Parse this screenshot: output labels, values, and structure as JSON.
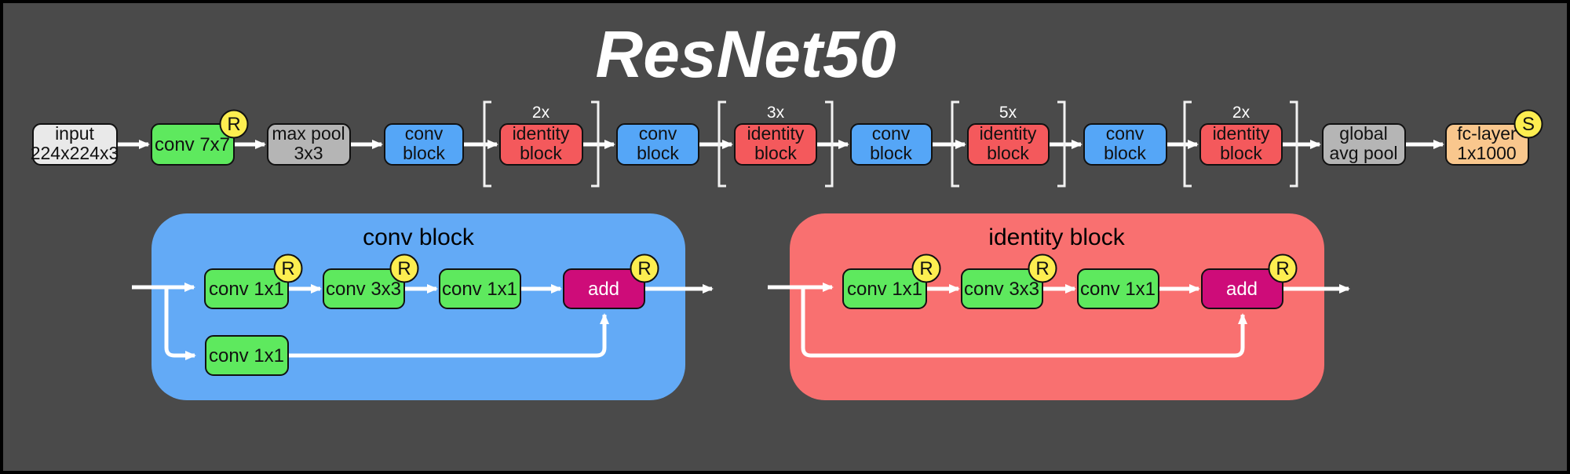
{
  "title": "ResNet50",
  "colors": {
    "background": "#4a4a4a",
    "border": "#000000",
    "conv_green": "#5ee95e",
    "block_blue": "#55a6f7",
    "conv_block_container_blue": "#63aaf6",
    "identity_red": "#f4595c",
    "identity_container_red": "#f97070",
    "add_magenta": "#ce0c79",
    "badge_yellow": "#fdee50",
    "pool_gray": "#b5b5b5",
    "input_gray": "#e9e9e9",
    "fc_orange": "#f9c78d",
    "arrow_white": "#ffffff"
  },
  "pipeline": {
    "nodes": [
      {
        "label_line1": "input",
        "label_line2": "224x224x3"
      },
      {
        "label": "conv 7x7",
        "badge": "R"
      },
      {
        "label_line1": "max pool",
        "label_line2": "3x3"
      },
      {
        "label_line1": "conv",
        "label_line2": "block"
      },
      {
        "label_line1": "identity",
        "label_line2": "block",
        "repeat": "2x"
      },
      {
        "label_line1": "conv",
        "label_line2": "block"
      },
      {
        "label_line1": "identity",
        "label_line2": "block",
        "repeat": "3x"
      },
      {
        "label_line1": "conv",
        "label_line2": "block"
      },
      {
        "label_line1": "identity",
        "label_line2": "block",
        "repeat": "5x"
      },
      {
        "label_line1": "conv",
        "label_line2": "block"
      },
      {
        "label_line1": "identity",
        "label_line2": "block",
        "repeat": "2x"
      },
      {
        "label_line1": "global",
        "label_line2": "avg pool"
      },
      {
        "label_line1": "fc-layer",
        "label_line2": "1x1000",
        "badge": "S"
      }
    ]
  },
  "conv_block_detail": {
    "title": "conv block",
    "main_path": [
      {
        "label": "conv 1x1",
        "badge": "R"
      },
      {
        "label": "conv 3x3",
        "badge": "R"
      },
      {
        "label": "conv 1x1"
      },
      {
        "label": "add",
        "badge": "R"
      }
    ],
    "shortcut_path": [
      {
        "label": "conv 1x1"
      }
    ]
  },
  "identity_block_detail": {
    "title": "identity block",
    "main_path": [
      {
        "label": "conv 1x1",
        "badge": "R"
      },
      {
        "label": "conv 3x3",
        "badge": "R"
      },
      {
        "label": "conv 1x1"
      },
      {
        "label": "add",
        "badge": "R"
      }
    ]
  }
}
